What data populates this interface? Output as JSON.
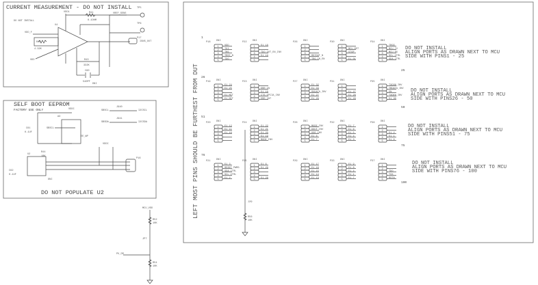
{
  "current_block": {
    "title": "CURRENT MEASUREMENT - DO NOT INSTALL",
    "dni_note": "DO NOT INSTALL",
    "vdd1": "VDD1",
    "vdd_f": "VDD_F",
    "vdd": "VDD",
    "u4": "U4",
    "r41": "R41",
    "r41_val": "0.1OHM",
    "r40": "R40",
    "r40_val": "4.32K",
    "r43": "R43",
    "r43_val": "332K",
    "c60": "C60",
    "c60_val": "540PF",
    "vref": "VREF_SENS",
    "tp5": "TP5",
    "tp6": "TP6",
    "p17": "P17",
    "isns": "ISNS_OUT",
    "dni": "DNI"
  },
  "eeprom_block": {
    "title": "SELF BOOT EEPROM",
    "subtitle": "FACTORY USE ONLY",
    "footer": "DO NOT POPULATE U2",
    "vddc": "VDDC",
    "a3": "A3",
    "c61": "C61",
    "c61_val": "0.1UF",
    "sbscl": "SBSCL",
    "sbsda": "SBSDA",
    "i2cscl": "I2CSCL",
    "i2csda": "I2CSDA",
    "j940": "J940",
    "j941": "J941",
    "u2": "U2",
    "r44": "R44",
    "r44_val": "10K",
    "c62": "C62",
    "c62_val": "0.1UF",
    "p16": "P16",
    "ee_wp": "EE_WP",
    "dni": "DNI"
  },
  "header_block": {
    "side_label": "LEFT MOST PINS SHOULD BE FURTHEST FROM DUT",
    "pin_numbers": [
      "1",
      "25",
      "26",
      "50",
      "51",
      "75",
      "76",
      "100"
    ],
    "notes": [
      [
        "DO NOT INSTALL",
        "ALIGN PORTS AS DRAWN NEXT TO MCU",
        "SIDE WITH PINS1 - 25"
      ],
      [
        "DO NOT INSTALL",
        "ALIGN PORTS AS DRAWN NEXT TO MCU",
        "SIDE WITH PINS26 - 50"
      ],
      [
        "DO NOT INSTALL",
        "ALIGN PORTS AS DRAWN NEXT TO MCU",
        "SIDE WITH PINS51 - 75"
      ],
      [
        "DO NOT INSTALL",
        "ALIGN PORTS AS DRAWN NEXT TO MCU",
        "SIDE WITH PINS76 - 100"
      ]
    ],
    "dni": "DNI",
    "rows": [
      [
        {
          "ref": "P18",
          "nets": [
            "VDD",
            "TDI",
            "TMS",
            "TRST_N",
            "TDO"
          ]
        },
        {
          "ref": "P22",
          "nets": [
            "E1_18",
            "",
            "TDO_OUT_EN_INV",
            "E1_19",
            ""
          ]
        },
        {
          "ref": "P26",
          "nets": [
            "",
            "",
            "",
            "RSTOUT_N",
            "TRG_IN_EN"
          ]
        },
        {
          "ref": "P30",
          "nets": [
            "",
            "MCU_RST",
            "STOP",
            "",
            "E1_01"
          ]
        },
        {
          "ref": "P34",
          "nets": [
            "TRGS",
            "MCU_TX",
            "MCU_RX",
            "SCL_CTRL",
            "SDA_CTRL"
          ]
        }
      ],
      [
        {
          "ref": "P19",
          "nets": [
            "E1_24",
            "E1_25",
            "",
            "E1_MCT",
            "E1_MCT"
          ]
        },
        {
          "ref": "P23",
          "nets": [
            "",
            "ERR_IN",
            "E1_18",
            "CTS_EPCIA_INV",
            "ERR_INT"
          ]
        },
        {
          "ref": "P27",
          "nets": [
            "E1_32",
            "E1_33",
            "RXDATA_INV",
            "E1_27",
            "E1_26"
          ]
        },
        {
          "ref": "P31",
          "nets": [
            "",
            "",
            "E1_27",
            "E1_28",
            "E1_29"
          ]
        },
        {
          "ref": "P35",
          "nets": [
            "TXDON_INV",
            "TRDATA_INV",
            "EN",
            "TXDEN_INV",
            "E1_30"
          ]
        }
      ],
      [
        {
          "ref": "P20",
          "nets": [
            "E1_12",
            "E1_11",
            "E1_10",
            "",
            ""
          ]
        },
        {
          "ref": "P24",
          "nets": [
            "E1_22",
            "E1_21",
            "E1_20",
            "E1_19",
            "MODE_INV"
          ]
        },
        {
          "ref": "P28",
          "nets": [
            "MODE_INV",
            "DOUT_INV",
            "DDR_INV",
            "E1_8",
            "E1_7"
          ]
        },
        {
          "ref": "P32",
          "nets": [
            "E1_7",
            "E1_6",
            "E1_5",
            "E1_4",
            "E1_3"
          ]
        },
        {
          "ref": "P36",
          "nets": [
            "",
            "",
            "E1_2",
            "E1_1",
            "E1_0"
          ]
        }
      ],
      [
        {
          "ref": "P21",
          "nets": [
            "E1_3",
            "RESET_PWRG",
            "SDA_CTRL",
            "SCL_CTRL",
            "E1_2"
          ]
        },
        {
          "ref": "P25",
          "nets": [
            "E1_6",
            "E1_29",
            "",
            "",
            "E1_28"
          ]
        },
        {
          "ref": "P29",
          "nets": [
            "E1_17",
            "E1_16",
            "E1_15",
            "E1_14",
            "E1_13"
          ]
        },
        {
          "ref": "P33",
          "nets": [
            "E1_9",
            "E1_8",
            "E1_4",
            "E1_1",
            "E1_7"
          ]
        },
        {
          "ref": "P37",
          "nets": [
            "",
            "",
            "TDO",
            "TCK",
            "RSTN"
          ]
        }
      ]
    ],
    "j29": "J29",
    "r56": "R56",
    "r56_val": "10K"
  },
  "pullup_block": {
    "net_top": "MCU_VDD",
    "r52": "R52",
    "r52_val": "10K",
    "jp": "JP7",
    "net_mid": "PU_DR",
    "r54": "R54",
    "r54_val": "10K"
  }
}
